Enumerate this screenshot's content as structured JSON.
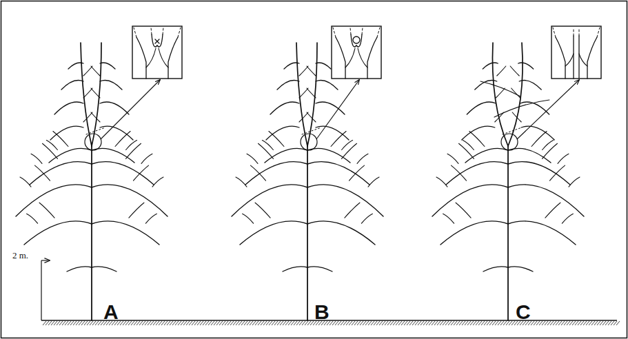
{
  "diagram": {
    "labels": [
      "2 m.",
      "A",
      "B",
      "C"
    ]
  }
}
